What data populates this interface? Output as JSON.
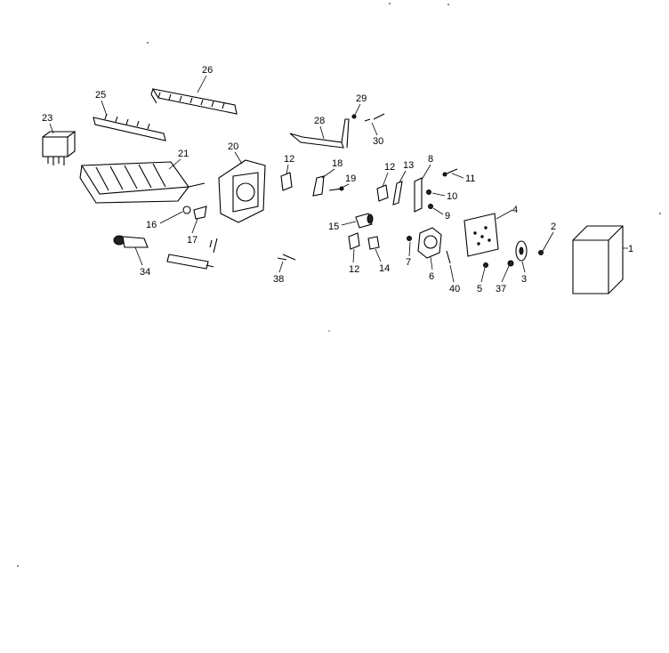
{
  "parts": {
    "p1": "1",
    "p2": "2",
    "p3": "3",
    "p4": "4",
    "p5": "5",
    "p6": "6",
    "p7": "7",
    "p8": "8",
    "p9": "9",
    "p10": "10",
    "p11": "11",
    "p12a": "12",
    "p12b": "12",
    "p12c": "12",
    "p13": "13",
    "p14": "14",
    "p15": "15",
    "p16": "16",
    "p17": "17",
    "p18": "18",
    "p19": "19",
    "p20": "20",
    "p21": "21",
    "p23": "23",
    "p25": "25",
    "p26": "26",
    "p28": "28",
    "p29": "29",
    "p30": "30",
    "p34": "34",
    "p37": "37",
    "p38": "38",
    "p40": "40"
  }
}
